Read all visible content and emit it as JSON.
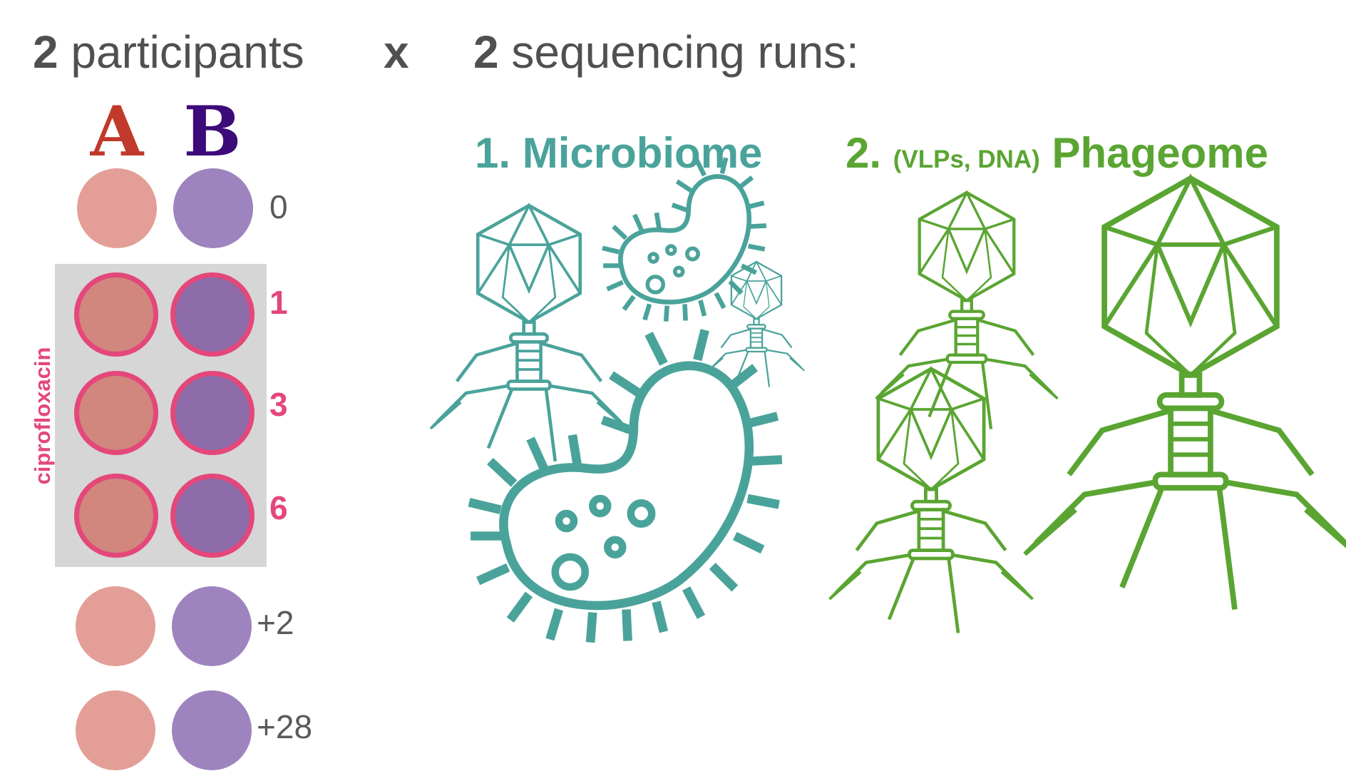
{
  "header": {
    "participants_count": "2",
    "participants_label": "participants",
    "times": "x",
    "runs_count": "2",
    "runs_label": "sequencing runs:"
  },
  "participants": [
    {
      "label": "A",
      "color": "#c0392b",
      "dot_color": "#e39f97"
    },
    {
      "label": "B",
      "color": "#3d0a7a",
      "dot_color": "#9d84be"
    }
  ],
  "treatment": {
    "label": "ciprofloxacin",
    "color": "#e4477a",
    "box_color": "#d6d6d6"
  },
  "timepoints": [
    {
      "label": "0",
      "treated": false
    },
    {
      "label": "1",
      "treated": true
    },
    {
      "label": "3",
      "treated": true
    },
    {
      "label": "6",
      "treated": true
    },
    {
      "label": "+2",
      "treated": false
    },
    {
      "label": "+28",
      "treated": false
    }
  ],
  "runs": [
    {
      "number": "1.",
      "qualifier": "",
      "name": "Microbiome",
      "color": "#4aa39b",
      "icons": [
        "bacteriophage-icon",
        "bacterium-icon"
      ]
    },
    {
      "number": "2.",
      "qualifier": "(VLPs, DNA)",
      "name": "Phageome",
      "color": "#5aa532",
      "icons": [
        "bacteriophage-icon"
      ]
    }
  ]
}
